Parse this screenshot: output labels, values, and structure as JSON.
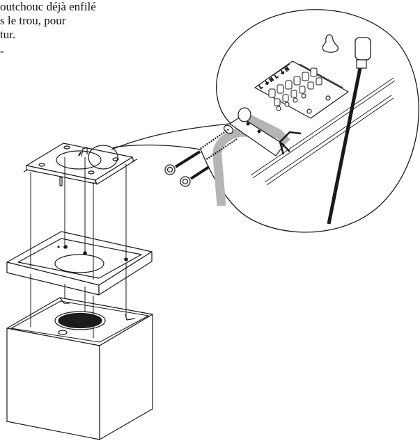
{
  "instruction_text": {
    "lines": [
      "outchouc déjà enfilé",
      "s le trou, pour",
      "tur."
    ],
    "dash": "-"
  },
  "diagram": {
    "description": "Exploded installation view of cube range hood: mounting plate, spacer frame and hood body, with magnified inset of terminal block wiring",
    "terminal_labels": [
      "L",
      "⏚",
      "N",
      "L",
      "⏚",
      "N"
    ],
    "colors": {
      "line": "#1a1a1a",
      "cable_grey": "#b5b5b5",
      "background": "#ffffff",
      "filter_fill": "#1c1c1c"
    }
  }
}
